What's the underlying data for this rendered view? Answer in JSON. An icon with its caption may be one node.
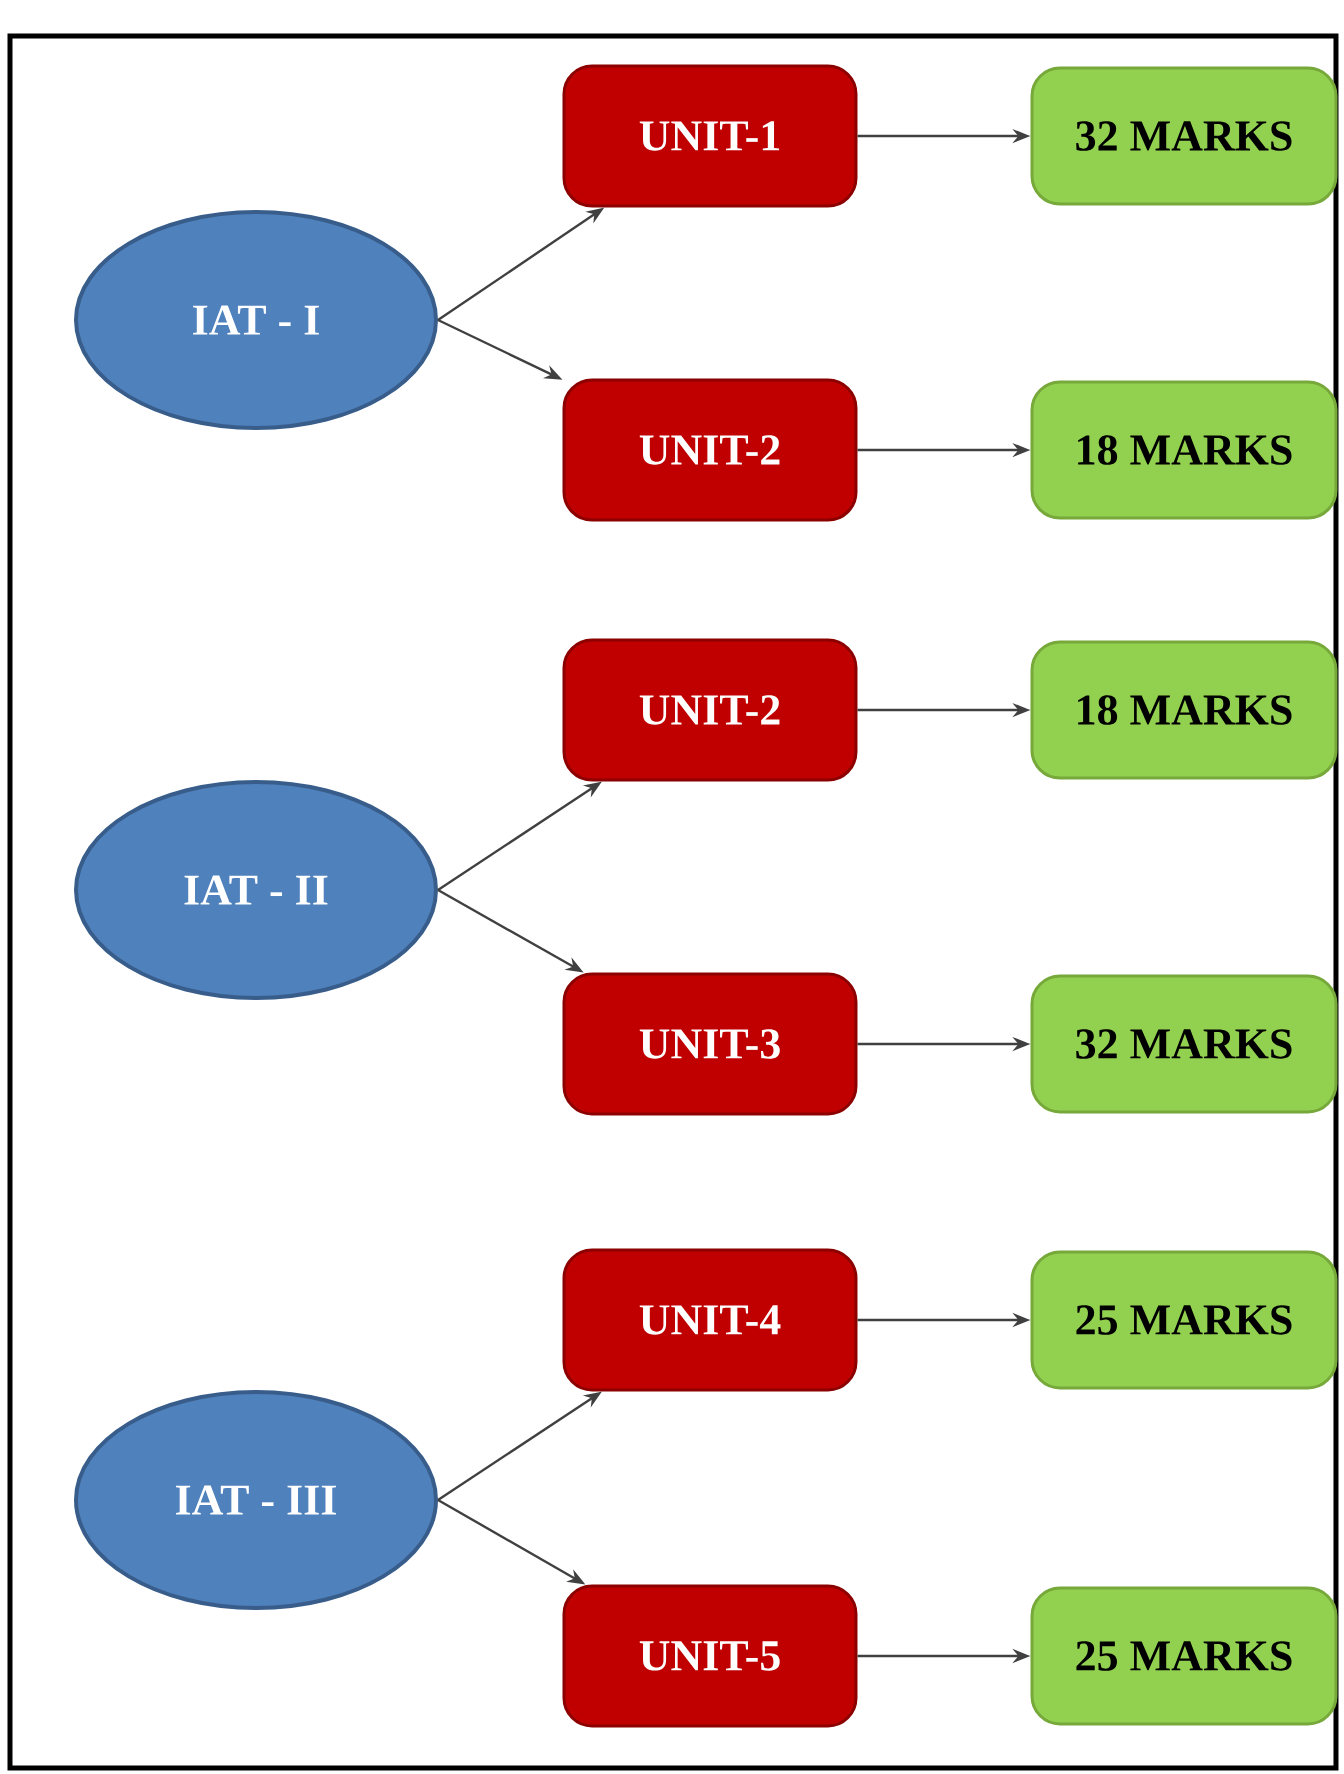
{
  "diagram": {
    "nodes": [
      {
        "text": [
          "IAT - I"
        ]
      },
      {
        "text": [
          "UNIT-1"
        ]
      },
      {
        "text": [
          "32 MARKS"
        ]
      },
      {
        "text": [
          "UNIT-2"
        ]
      },
      {
        "text": [
          "18 MARKS"
        ]
      },
      {
        "text": [
          "IAT - II"
        ]
      },
      {
        "text": [
          "UNIT-2"
        ]
      },
      {
        "text": [
          "18 MARKS"
        ]
      },
      {
        "text": [
          "UNIT-3"
        ]
      },
      {
        "text": [
          "32 MARKS"
        ]
      },
      {
        "text": [
          "IAT - III"
        ]
      },
      {
        "text": [
          "UNIT-4"
        ]
      },
      {
        "text": [
          "25 MARKS"
        ]
      },
      {
        "text": [
          "UNIT-5"
        ]
      },
      {
        "text": [
          "25 MARKS"
        ]
      }
    ],
    "edges": [
      {
        "from": 0,
        "to": 1,
        "arrow": "to"
      },
      {
        "from": 0,
        "to": 3,
        "arrow": "to"
      },
      {
        "from": 1,
        "to": 2,
        "arrow": "to"
      },
      {
        "from": 3,
        "to": 4,
        "arrow": "to"
      },
      {
        "from": 5,
        "to": 6,
        "arrow": "to"
      },
      {
        "from": 5,
        "to": 8,
        "arrow": "to"
      },
      {
        "from": 6,
        "to": 7,
        "arrow": "to"
      },
      {
        "from": 8,
        "to": 9,
        "arrow": "to"
      },
      {
        "from": 10,
        "to": 11,
        "arrow": "to"
      },
      {
        "from": 10,
        "to": 13,
        "arrow": "to"
      },
      {
        "from": 11,
        "to": 12,
        "arrow": "to"
      },
      {
        "from": 13,
        "to": 14,
        "arrow": "to"
      }
    ]
  }
}
